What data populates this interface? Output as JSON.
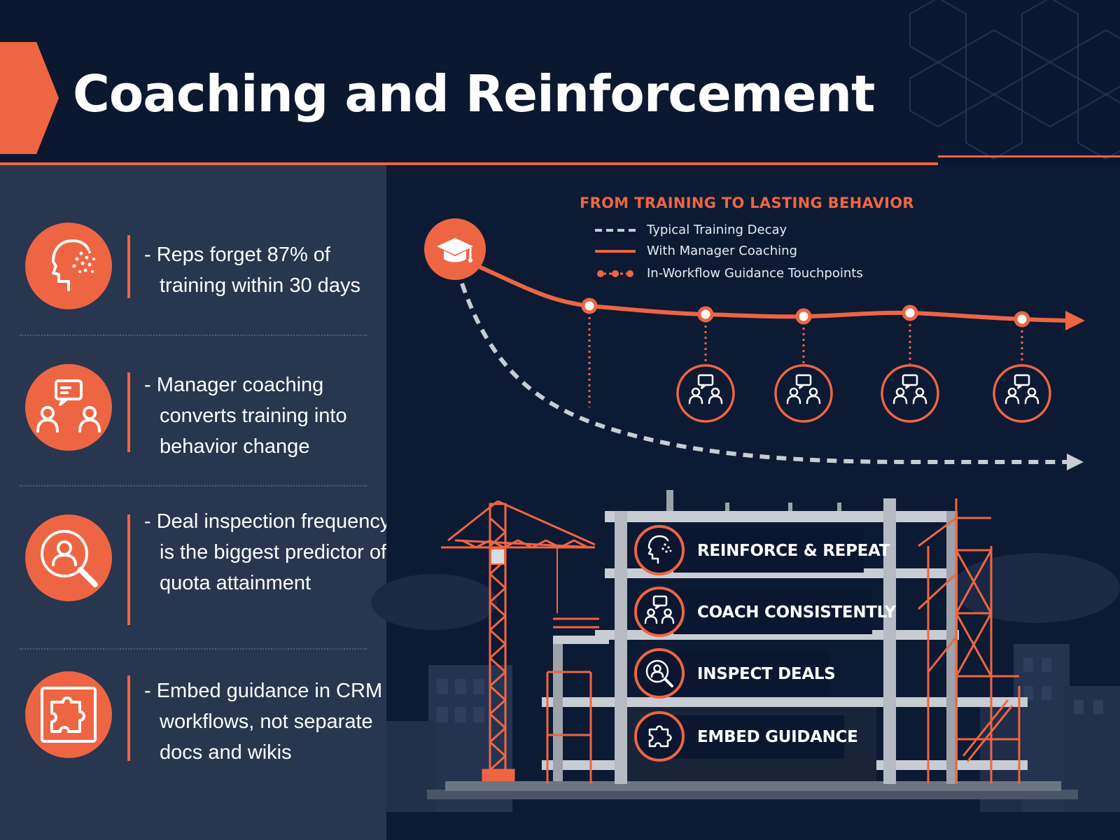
{
  "header": {
    "title": "Coaching and Reinforcement"
  },
  "facts": [
    {
      "icon": "brain-head-icon",
      "text": "- Reps forget 87% of training within 30 days"
    },
    {
      "icon": "coaching-conversation-icon",
      "text": "- Manager coaching converts training into behavior change"
    },
    {
      "icon": "magnifier-person-icon",
      "text": "- Deal inspection frequency is the biggest predictor of quota attainment"
    },
    {
      "icon": "puzzle-piece-icon",
      "text": "- Embed guidance in CRM workflows, not separate docs and wikis"
    }
  ],
  "chart": {
    "title": "FROM TRAINING TO LASTING BEHAVIOR",
    "legend": [
      {
        "style": "dashed",
        "label": "Typical Training Decay"
      },
      {
        "style": "solid",
        "label": "With Manager Coaching"
      },
      {
        "style": "touchpoints",
        "label": "In-Workflow Guidance Touchpoints"
      }
    ],
    "start_icon": "graduation-cap-icon",
    "touchpoint_icon": "coaching-conversation-icon",
    "touchpoint_count": 5,
    "coached_touchpoints_with_icons": 4
  },
  "building": {
    "floors": [
      {
        "icon": "brain-head-icon",
        "label": "REINFORCE & REPEAT"
      },
      {
        "icon": "coaching-conversation-icon",
        "label": "COACH CONSISTENTLY"
      },
      {
        "icon": "magnifier-person-icon",
        "label": "INSPECT DEALS"
      },
      {
        "icon": "puzzle-piece-icon",
        "label": "EMBED GUIDANCE"
      }
    ]
  },
  "colors": {
    "accent": "#ee6543",
    "navy": "#0d1a33",
    "panel": "#28364f",
    "decay": "#c9ccd2"
  }
}
